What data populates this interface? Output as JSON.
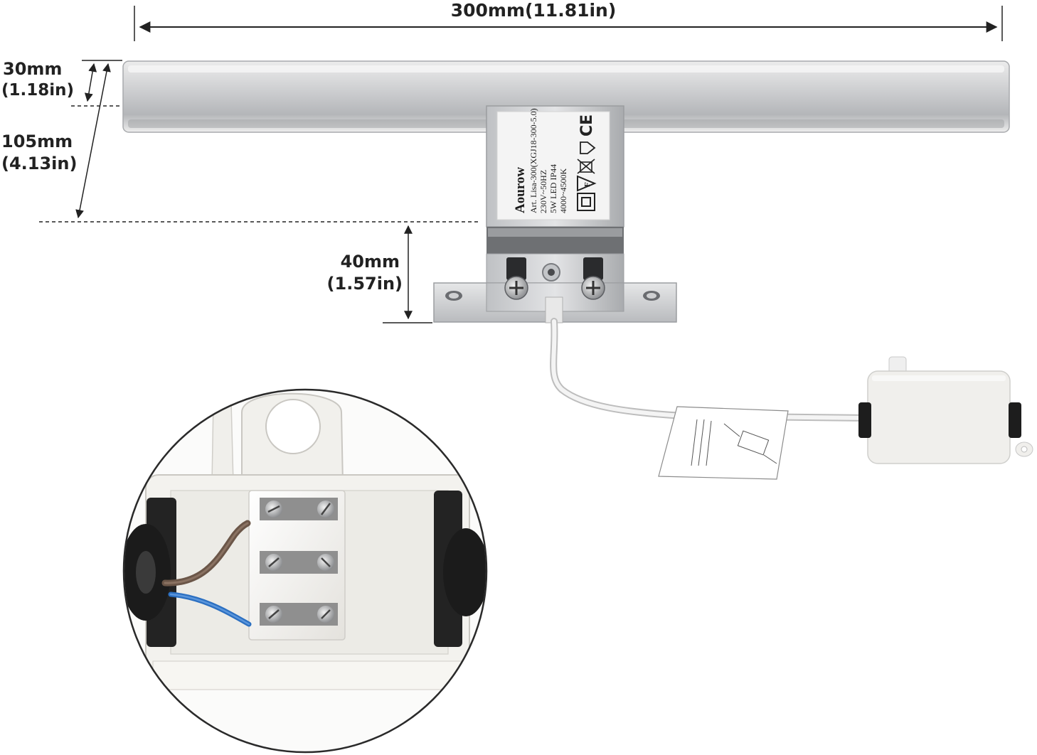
{
  "dimensions": {
    "width": {
      "value": "300mm(11.81in)"
    },
    "bar_height": {
      "mm": "30mm",
      "in": "(1.18in)"
    },
    "total_depth": {
      "mm": "105mm",
      "in": "(4.13in)"
    },
    "bracket_height": {
      "mm": "40mm",
      "in": "(1.57in)"
    }
  },
  "product_label": {
    "brand": "Aourow",
    "lines": [
      "Art. Lisa-300(XGJ18-300-5.0)",
      "230V~50HZ",
      "5W LED IP44",
      "4000~4500K"
    ],
    "ce_mark": "CE"
  },
  "icons": [
    "class-ii-icon",
    "f-mark-icon",
    "weee-bin-icon",
    "indoor-house-icon",
    "ce-mark-icon",
    "screw-icon"
  ],
  "colors": {
    "chrome": "#c8c9cb",
    "chrome_dark": "#8e9094",
    "plastic_white": "#f2f1ee",
    "dimension_line": "#222222",
    "wire_brown": "#6b5648",
    "wire_blue": "#2b6fc1"
  }
}
